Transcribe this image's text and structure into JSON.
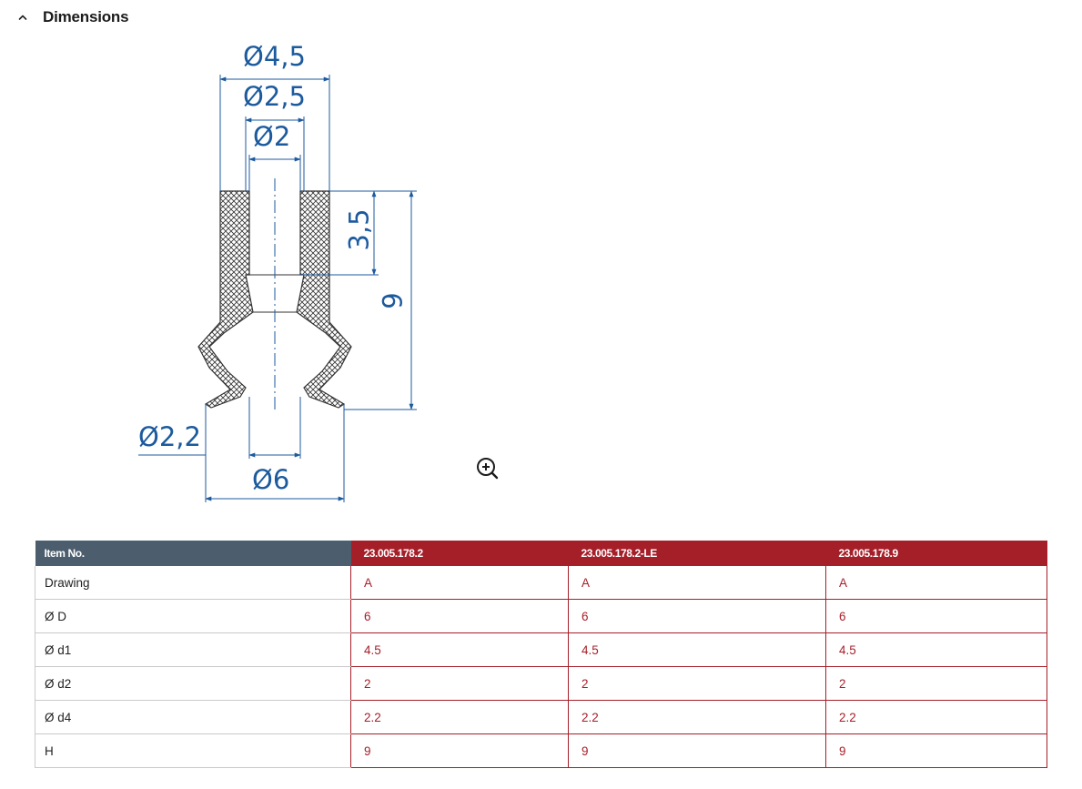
{
  "section": {
    "title": "Dimensions"
  },
  "drawing": {
    "labels": {
      "d45": "Ø4,5",
      "d25": "Ø2,5",
      "d2": "Ø2",
      "h35": "3,5",
      "h9": "9",
      "d22": "Ø2,2",
      "d6": "Ø6"
    }
  },
  "table": {
    "header_label": "Item No.",
    "items": [
      "23.005.178.2",
      "23.005.178.2-LE",
      "23.005.178.9"
    ],
    "rows": [
      {
        "label": "Drawing",
        "values": [
          "A",
          "A",
          "A"
        ]
      },
      {
        "label": "Ø D",
        "values": [
          "6",
          "6",
          "6"
        ]
      },
      {
        "label": "Ø d1",
        "values": [
          "4.5",
          "4.5",
          "4.5"
        ]
      },
      {
        "label": "Ø d2",
        "values": [
          "2",
          "2",
          "2"
        ]
      },
      {
        "label": "Ø d4",
        "values": [
          "2.2",
          "2.2",
          "2.2"
        ]
      },
      {
        "label": "H",
        "values": [
          "9",
          "9",
          "9"
        ]
      }
    ]
  },
  "colors": {
    "accent": "#a51f29",
    "header_dark": "#4c5e6e",
    "dimension_blue": "#1c5a9e"
  },
  "icons": {
    "toggle": "chevron-up-icon",
    "zoom": "zoom-in-icon"
  }
}
